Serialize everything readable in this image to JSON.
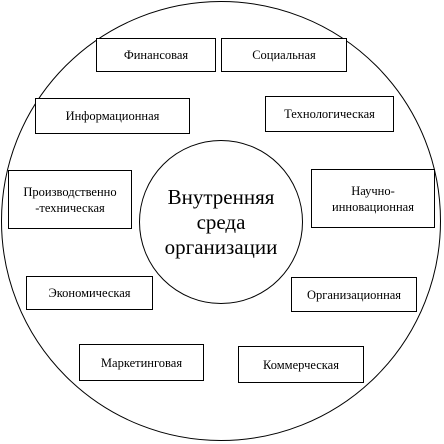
{
  "diagram": {
    "center": {
      "lines": [
        "Внутренняя",
        "среда",
        "организации"
      ]
    },
    "nodes": {
      "financial": "Финансовая",
      "social": "Социальная",
      "informational": "Информационная",
      "technological": "Технологическая",
      "production_technical": [
        "Производственно",
        "-техническая"
      ],
      "scientific_innovation": [
        "Научно-",
        "инновационная"
      ],
      "economic": "Экономическая",
      "organizational": "Организационная",
      "marketing": "Маркетинговая",
      "commercial": "Коммерческая"
    }
  }
}
